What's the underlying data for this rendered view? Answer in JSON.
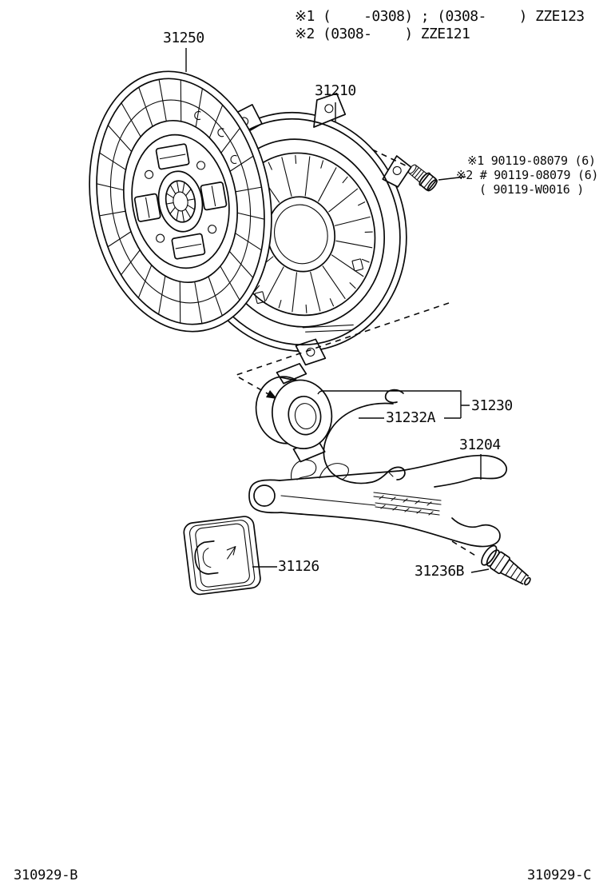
{
  "title_notes": {
    "line1": "※1 (    -0308) ; (0308-    ) ZZE123",
    "line2": "※2 (0308-    ) ZZE121"
  },
  "part_labels": {
    "disc": "31250",
    "cover": "31210",
    "bearing": "31230",
    "clip": "31232A",
    "fork": "31204",
    "boot": "31126",
    "fork_bolt": "31236B"
  },
  "bolt_notes": {
    "line1": "※1 90119-08079 (6)",
    "line2": "※2 # 90119-08079 (6)",
    "line3": "( 90119-W0016 )"
  },
  "footer": {
    "left": "310929-B",
    "right": "310929-C"
  },
  "colors": {
    "ink": "#0a0a0a",
    "background": "#ffffff"
  }
}
